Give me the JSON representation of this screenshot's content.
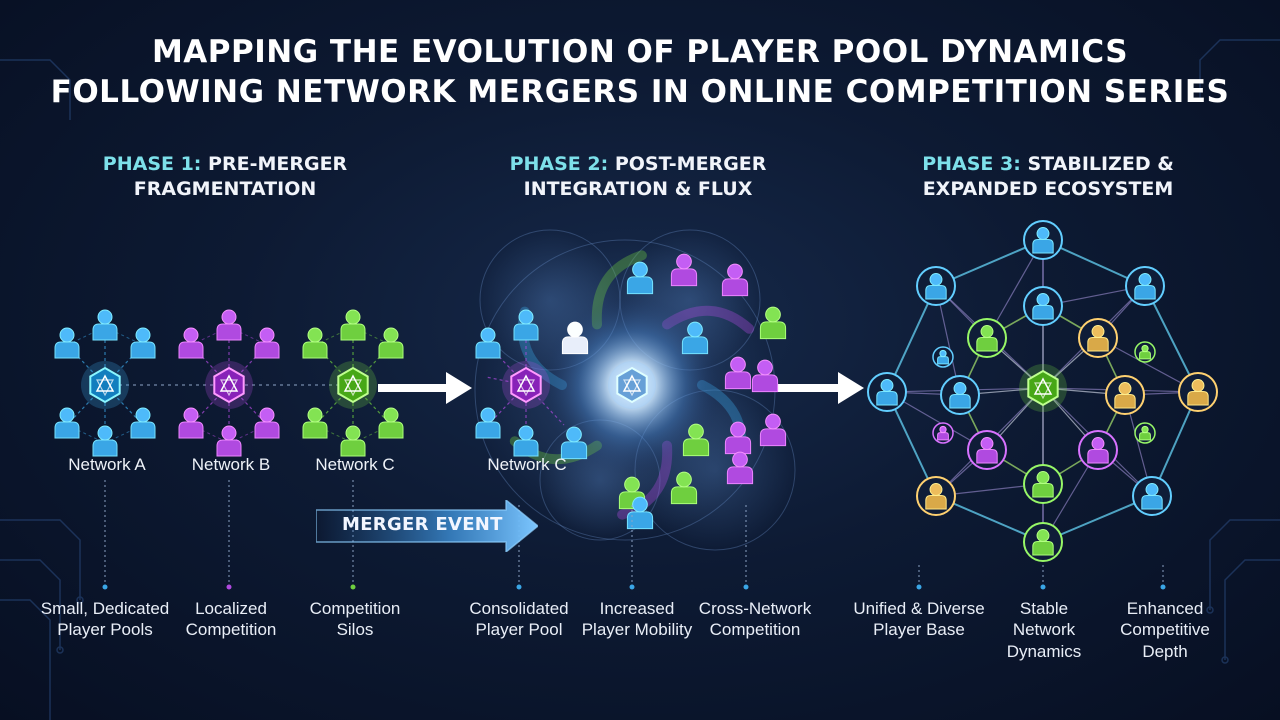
{
  "title": {
    "line1": "MAPPING THE EVOLUTION OF PLAYER POOL DYNAMICS",
    "line2": "FOLLOWING NETWORK MERGERS IN ONLINE COMPETITION SERIES"
  },
  "phases": [
    {
      "number": "PHASE 1:",
      "name_line1": "PRE-MERGER",
      "name_line2": "FRAGMENTATION",
      "color": "#7de0ea"
    },
    {
      "number": "PHASE 2:",
      "name_line1": "POST-MERGER",
      "name_line2": "INTEGRATION & FLUX",
      "color": "#7de0ea"
    },
    {
      "number": "PHASE 3:",
      "name_line1": "STABILIZED &",
      "name_line2": "EXPANDED ECOSYSTEM",
      "color": "#7de0ea"
    }
  ],
  "networks": {
    "a": "Network A",
    "b": "Network B",
    "c": "Network C",
    "c_phase2": "Network C"
  },
  "merger_event": "MERGER EVENT",
  "bottom_labels": [
    {
      "l1": "Small, Dedicated",
      "l2": "Player Pools",
      "l3": ""
    },
    {
      "l1": "Localized",
      "l2": "Competition",
      "l3": ""
    },
    {
      "l1": "Competition",
      "l2": "Silos",
      "l3": ""
    },
    {
      "l1": "Consolidated",
      "l2": "Player Pool",
      "l3": ""
    },
    {
      "l1": "Increased",
      "l2": "Player Mobility",
      "l3": ""
    },
    {
      "l1": "Cross-Network",
      "l2": "Competition",
      "l3": ""
    },
    {
      "l1": "Unified & Diverse",
      "l2": "Player Base",
      "l3": ""
    },
    {
      "l1": "Stable",
      "l2": "Network",
      "l3": "Dynamics"
    },
    {
      "l1": "Enhanced",
      "l2": "Competitive",
      "l3": "Depth"
    }
  ],
  "colors": {
    "blue": "#3aa6e6",
    "purple": "#b04ae0",
    "green": "#6fcf3f",
    "gold": "#d9a948",
    "arrow": "#ffffff",
    "merger_arrow": "#4fa6e0"
  }
}
